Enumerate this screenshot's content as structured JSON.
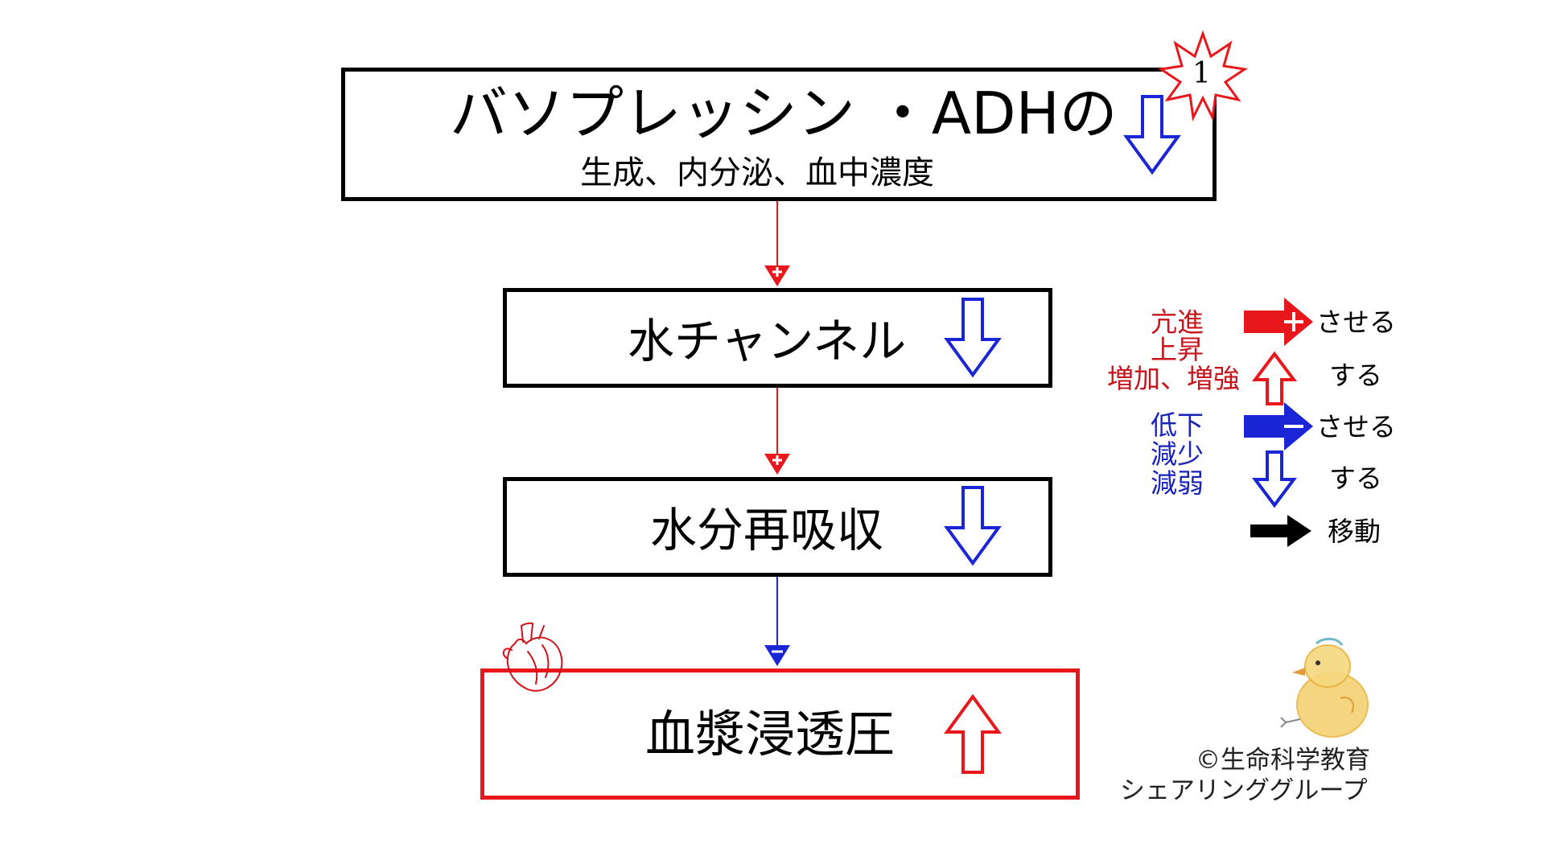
{
  "boxes": {
    "adh": {
      "title": "バソプレッシン ・ADHの",
      "subtitle": "生成、内分泌、血中濃度",
      "badge": "1",
      "trend": "down"
    },
    "aquaporin": {
      "title": "水チャンネル",
      "trend": "down"
    },
    "reabsorption": {
      "title": "水分再吸収",
      "trend": "down"
    },
    "osmotic_pressure": {
      "title": "血漿浸透圧",
      "trend": "up"
    }
  },
  "connectors": [
    {
      "from": "adh",
      "to": "aquaporin",
      "sign": "+",
      "color": "#e8171b"
    },
    {
      "from": "aquaporin",
      "to": "reabsorption",
      "sign": "+",
      "color": "#e8171b"
    },
    {
      "from": "reabsorption",
      "to": "osmotic_pressure",
      "sign": "−",
      "color": "#1a25d6"
    }
  ],
  "legend": {
    "red_terms": [
      "亢進",
      "上昇",
      "増加、増強"
    ],
    "red_effect": "させる",
    "red_state": "する",
    "blue_terms": [
      "低下",
      "減少",
      "減弱"
    ],
    "blue_effect": "させる",
    "blue_state": "する",
    "move": "移動"
  },
  "copyright": {
    "line1": "©生命科学教育",
    "line2": "シェアリンググループ"
  },
  "colors": {
    "red": "#e8171b",
    "blue": "#1a25d6",
    "black": "#000000"
  }
}
